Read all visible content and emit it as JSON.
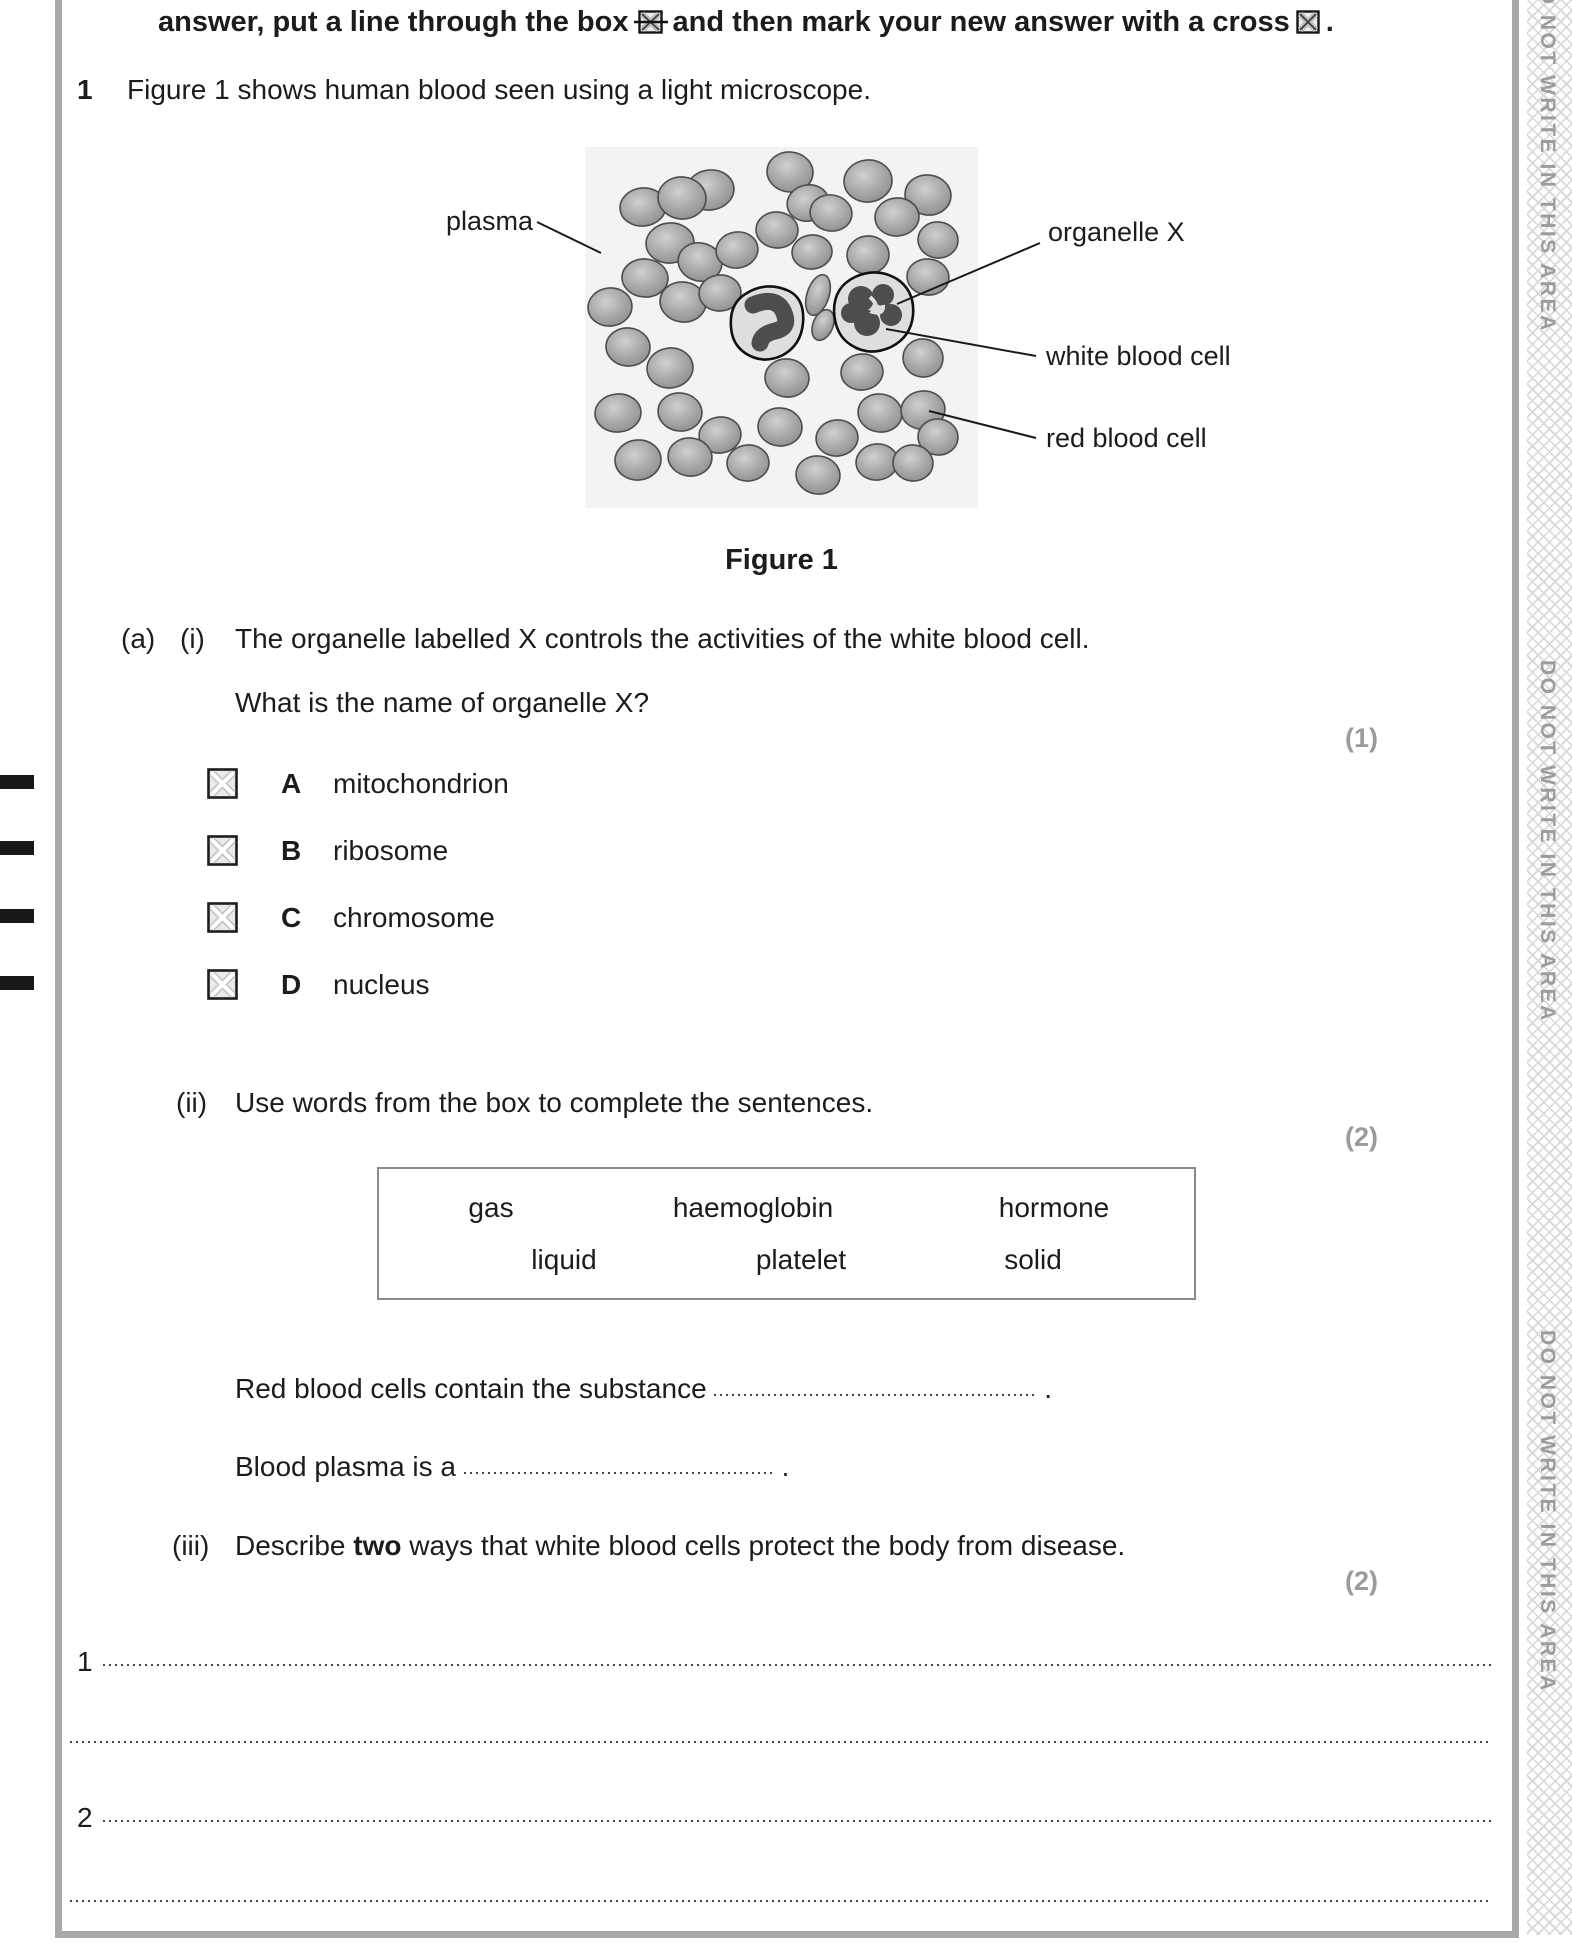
{
  "instruction": {
    "part1": "answer, put a line through the box",
    "part2": "and then mark your new answer with a cross",
    "part3": "."
  },
  "question": {
    "number": "1",
    "intro": "Figure 1 shows human blood seen using a light microscope.",
    "figure": {
      "caption": "Figure 1",
      "labels": {
        "plasma": "plasma",
        "organelle_x": "organelle X",
        "white_blood_cell": "white blood cell",
        "red_blood_cell": "red blood cell"
      }
    },
    "part_a": {
      "label": "(a)",
      "i": {
        "label": "(i)",
        "text": "The organelle labelled X controls the activities of the white blood cell.",
        "prompt": "What is the name of organelle X?",
        "marks": "(1)",
        "options": [
          {
            "letter": "A",
            "text": "mitochondrion"
          },
          {
            "letter": "B",
            "text": "ribosome"
          },
          {
            "letter": "C",
            "text": "chromosome"
          },
          {
            "letter": "D",
            "text": "nucleus"
          }
        ]
      },
      "ii": {
        "label": "(ii)",
        "text": "Use words from the box to complete the sentences.",
        "marks": "(2)",
        "word_box": {
          "row1": [
            "gas",
            "haemoglobin",
            "hormone"
          ],
          "row2": [
            "liquid",
            "platelet",
            "solid"
          ]
        },
        "sentence1": "Red blood cells contain the substance",
        "sentence2": "Blood plasma is a",
        "period": " ."
      },
      "iii": {
        "label": "(iii)",
        "text_before": "Describe ",
        "text_bold": "two",
        "text_after": " ways that white blood cells protect the body from disease.",
        "marks": "(2)",
        "answer_numbers": [
          "1",
          "2"
        ]
      }
    }
  },
  "margin": {
    "do_not_write": "DO NOT WRITE IN THIS AREA"
  }
}
